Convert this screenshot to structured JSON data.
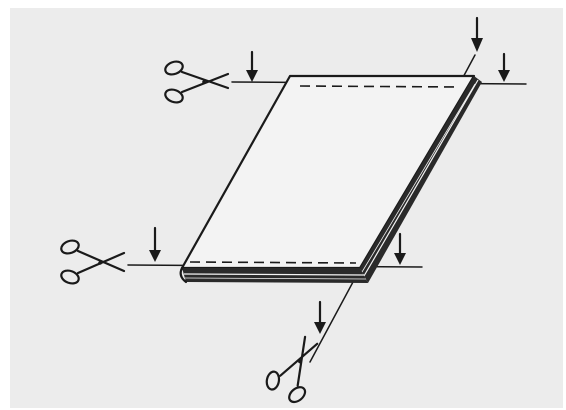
{
  "figure": {
    "background_color": "#ececec",
    "ink_color": "#1a1a1a",
    "icons": [
      "scissors-icon",
      "down-arrow-icon"
    ],
    "cut_markers": [
      {
        "name": "cut-top-left",
        "icon": "scissors-icon"
      },
      {
        "name": "cut-bottom-left",
        "icon": "scissors-icon"
      },
      {
        "name": "cut-bottom-diagonal",
        "icon": "scissors-icon"
      }
    ]
  }
}
